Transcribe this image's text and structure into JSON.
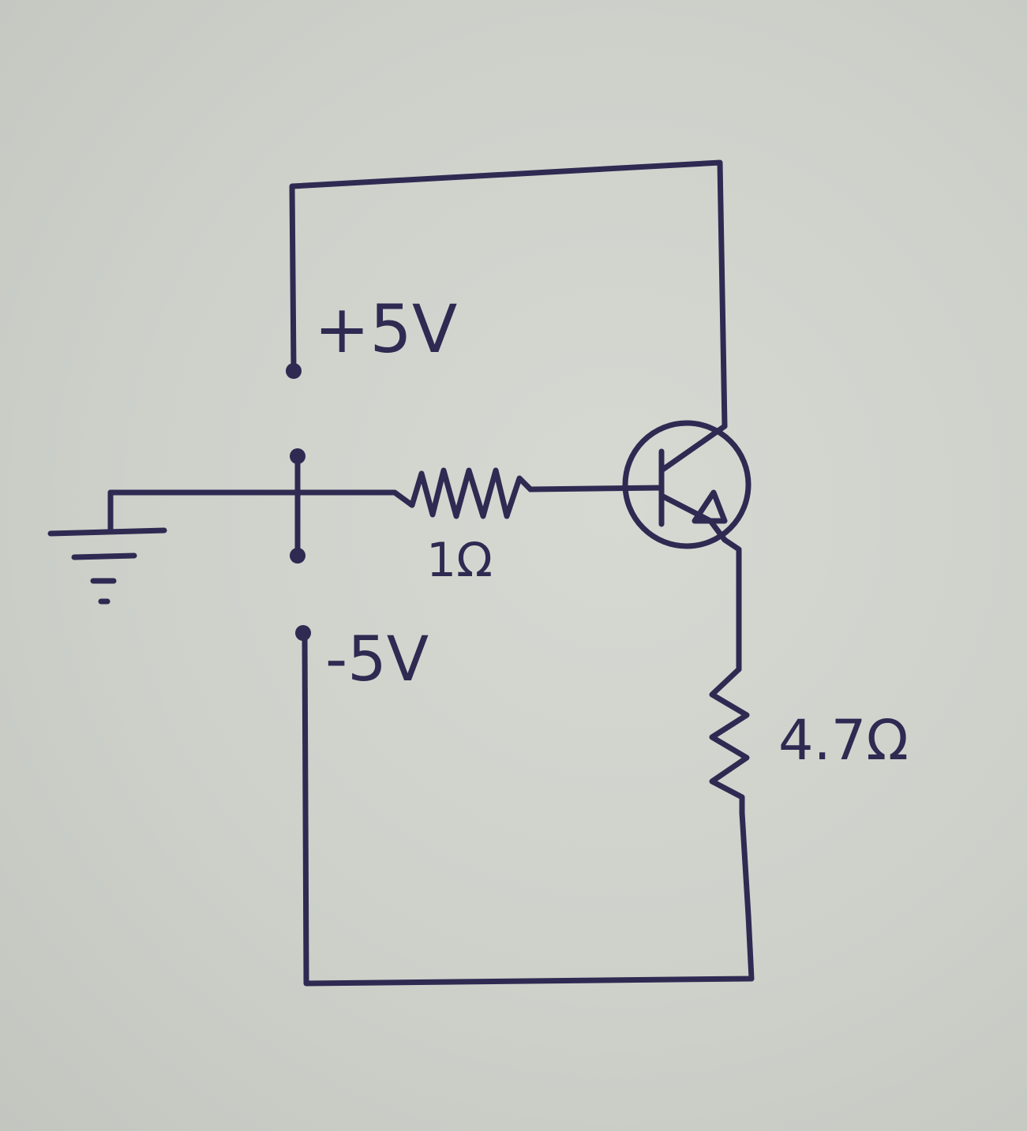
{
  "labels": {
    "supply_positive": "+5V",
    "supply_negative": "-5V",
    "base_resistor": "1Ω",
    "emitter_resistor": "4.7Ω"
  },
  "colors": {
    "ink": "#2f2a52",
    "paper": "#cdd1ca"
  },
  "icons": {
    "transistor": "npn-transistor-icon",
    "ground": "ground-icon"
  }
}
